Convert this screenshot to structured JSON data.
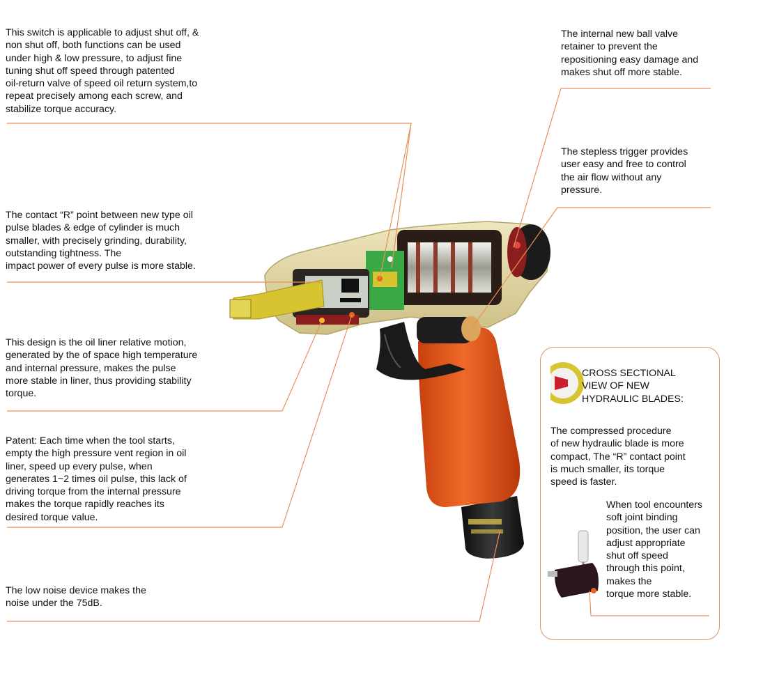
{
  "notes": {
    "shutoff_switch": "This switch is applicable to adjust shut off, &\nnon shut off, both functions can be used\nunder high & low pressure, to adjust fine\ntuning shut off speed through patented\noil-return valve of speed oil return system,to\nrepeat precisely among each screw, and\nstabilize torque accuracy.",
    "r_point": "The contact “R” point between new type oil\npulse blades & edge of cylinder is much\nsmaller, with precisely grinding, durability,\noutstanding tightness. The\nimpact power of every pulse is more stable.",
    "oil_liner": "This design is the oil liner relative motion,\ngenerated by the of space high temperature\nand internal pressure, makes the pulse\nmore stable in liner, thus providing stability\ntorque.",
    "patent": "Patent:  Each time when the tool starts,\nempty the high pressure vent region in oil\nliner, speed up every pulse, when\ngenerates 1~2 times oil pulse, this lack of\ndriving torque from the internal pressure\nmakes the torque rapidly reaches its\ndesired torque value.",
    "low_noise": "The low noise device makes the\nnoise under the 75dB.",
    "ball_valve": "The internal new ball valve\nretainer to prevent the\nrepositioning easy damage and\nmakes shut off more stable.",
    "trigger": "The stepless trigger provides\nuser easy and free to control\nthe air flow without any\npressure."
  },
  "cross_section": {
    "title": "CROSS SECTIONAL\nVIEW OF NEW\nHYDRAULIC BLADES:",
    "description": "The compressed procedure\nof new hydraulic blade is more\ncompact, The “R” contact point\nis much smaller, its torque\nspeed is faster.",
    "adjust_note": "When tool encounters\nsoft joint binding\nposition, the user can\nadjust appropriate\nshut off speed\nthrough this point,\nmakes the\ntorque more stable."
  },
  "colors": {
    "leader_line": "#e8915a",
    "handle": "#e8581c",
    "body_cream": "#e6dcb0",
    "blade_yellow": "#d8c431",
    "internal_green": "#39a845",
    "dark": "#1c1c1c"
  }
}
